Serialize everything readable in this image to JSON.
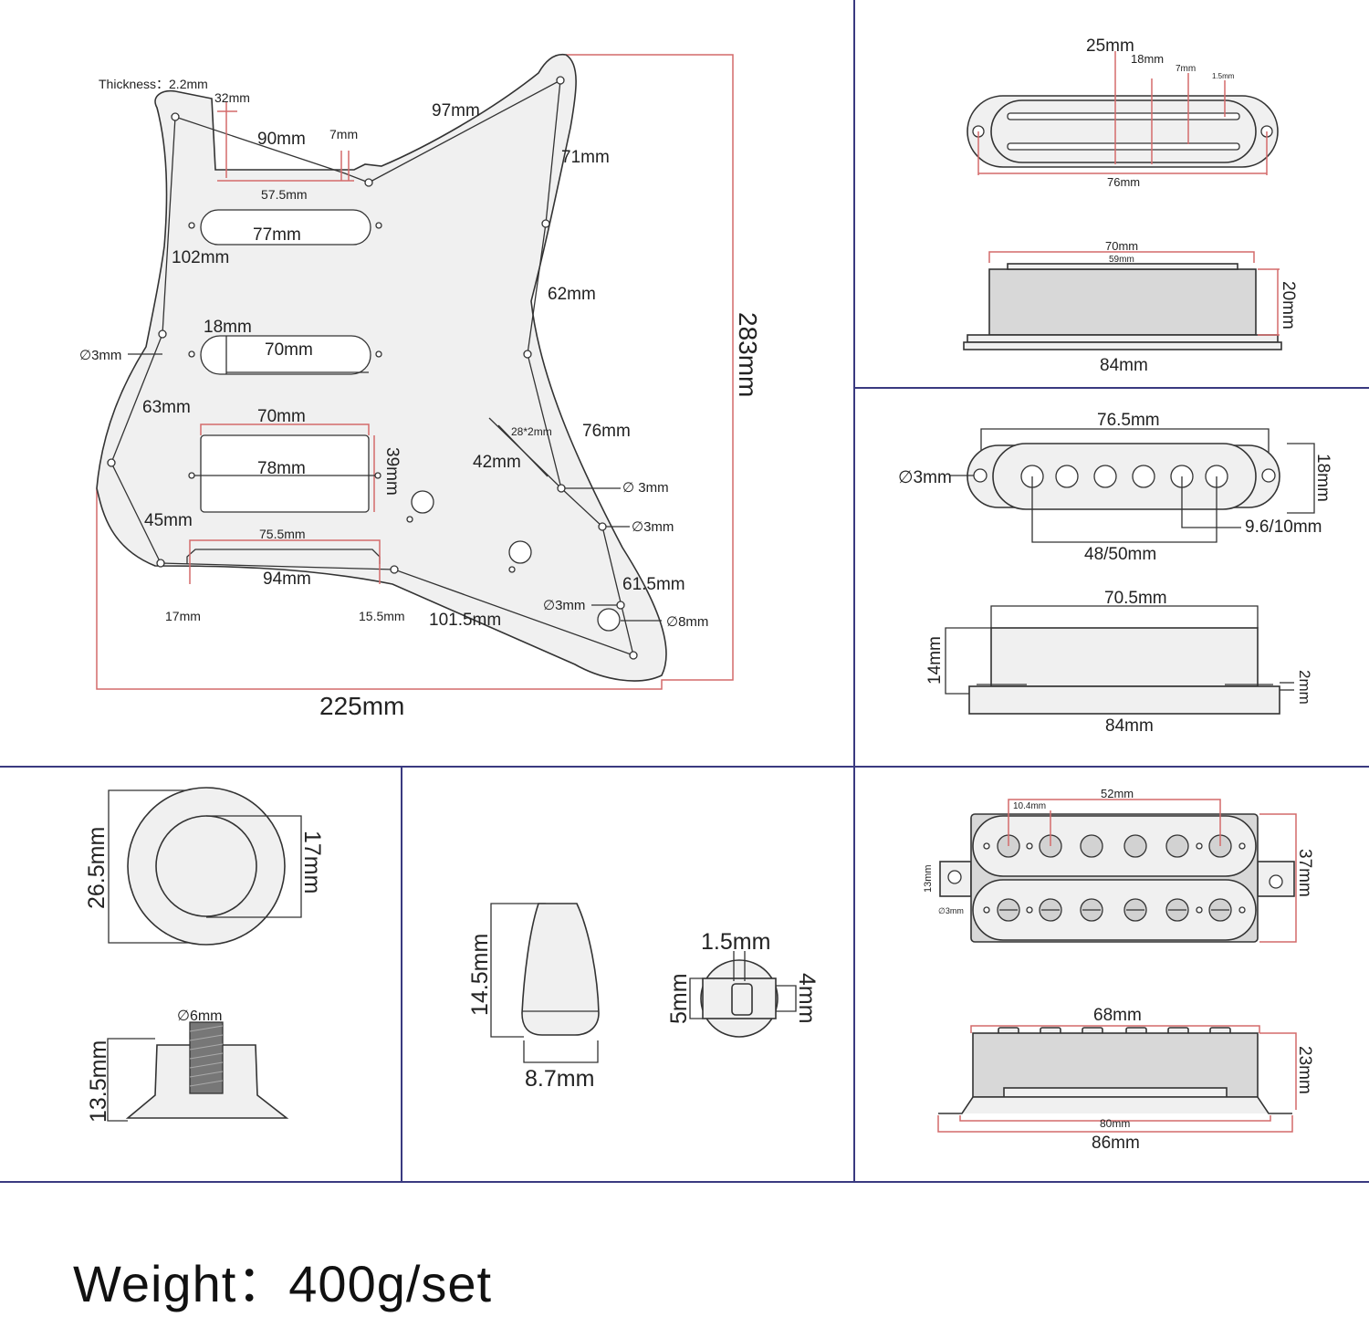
{
  "pickguard": {
    "thickness": "Thickness：2.2mm",
    "d32": "32mm",
    "d90": "90mm",
    "d7": "7mm",
    "d97": "97mm",
    "d71": "71mm",
    "d57_5": "57.5mm",
    "d77": "77mm",
    "d102": "102mm",
    "d62": "62mm",
    "d18": "18mm",
    "d3_left": "∅3mm",
    "d70_a": "70mm",
    "d63": "63mm",
    "d70_b": "70mm",
    "d76": "76mm",
    "d28x2": "28*2mm",
    "d42": "42mm",
    "d78": "78mm",
    "d39": "39mm",
    "d3_right_a": "∅ 3mm",
    "d45": "45mm",
    "d3_right_b": "∅3mm",
    "d75_5": "75.5mm",
    "d61_5": "61.5mm",
    "d94": "94mm",
    "d3_right_c": "∅3mm",
    "d8": "∅8mm",
    "d17": "17mm",
    "d15_5": "15.5mm",
    "d101_5": "101.5mm",
    "d283": "283mm",
    "d225": "225mm"
  },
  "rail_pickup": {
    "d25": "25mm",
    "d18": "18mm",
    "d7": "7mm",
    "d1_5": "1.5mm",
    "d76": "76mm",
    "d70": "70mm",
    "d59": "59mm",
    "d20": "20mm",
    "d84": "84mm"
  },
  "single_coil": {
    "d76_5": "76.5mm",
    "d18": "18mm",
    "d3": "∅3mm",
    "d9_6": "9.6/10mm",
    "d48": "48/50mm",
    "d70_5": "70.5mm",
    "d14": "14mm",
    "d2": "2mm",
    "d84": "84mm"
  },
  "knob": {
    "d26_5": "26.5mm",
    "d17": "17mm",
    "d6": "∅6mm",
    "d13_5": "13.5mm"
  },
  "switch_tip": {
    "d14_5": "14.5mm",
    "d8_7": "8.7mm",
    "d1_5": "1.5mm",
    "d5": "5mm",
    "d4": "4mm"
  },
  "humbucker": {
    "d52": "52mm",
    "d10_4": "10.4mm",
    "d13": "13mm",
    "d3": "∅3mm",
    "d37": "37mm",
    "d68": "68mm",
    "d23": "23mm",
    "d80": "80mm",
    "d86": "86mm"
  },
  "footer": {
    "weight": "Weight：400g/set"
  }
}
